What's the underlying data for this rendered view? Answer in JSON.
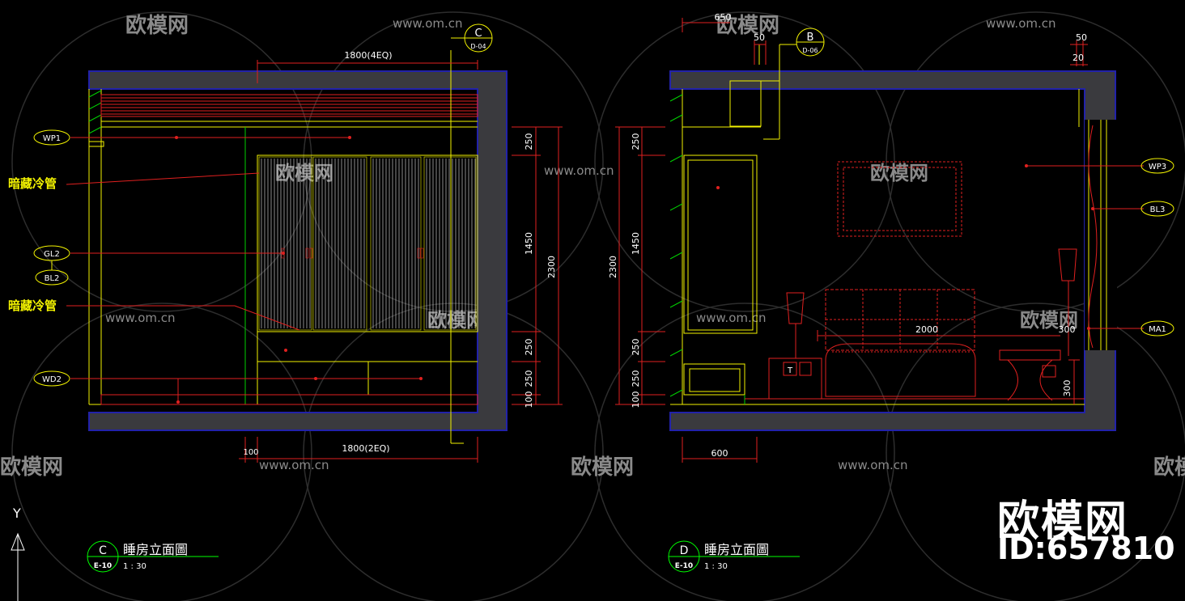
{
  "colors": {
    "wall_fill": "#3a3a3e",
    "wall_edge": "#2222aa",
    "red": "#e0201f",
    "yellow": "#f2f200",
    "green": "#00d000",
    "white": "#ffffff",
    "cyan": "#00ffff",
    "watermark": "#9a9a9a"
  },
  "watermarks": {
    "logo_text": "欧模网",
    "url_text": "www.om.cn",
    "big_logo": "欧模网",
    "id_label": "ID:657810"
  },
  "axis": {
    "y_label": "Y"
  },
  "left_view": {
    "tag_letter": "C",
    "tag_ref": "D-04",
    "top_dim": "1800(4EQ)",
    "bottom_dim": "1800(2EQ)",
    "bottom_small": "100",
    "right_dims": [
      "250",
      "1450",
      "250",
      "250",
      "100"
    ],
    "overall_dim": "2300",
    "callouts": [
      "WP1",
      "GL2",
      "BL2",
      "WD2"
    ],
    "notes": [
      "暗藏冷管",
      "暗藏冷管"
    ],
    "title_letter": "C",
    "title_ref": "E-10",
    "title": "睡房立面圖",
    "scale": "1 : 30"
  },
  "right_view": {
    "tag_letter": "B",
    "tag_ref": "D-06",
    "top_dims": [
      "650",
      "50"
    ],
    "top_right_dims": [
      "50",
      "20"
    ],
    "left_dims": [
      "250",
      "1450",
      "250",
      "250",
      "100"
    ],
    "overall_dim": "2300",
    "bottom_dim": "600",
    "bed_dim": "2000",
    "stool_dims": [
      "300",
      "300"
    ],
    "callouts": [
      "WP3",
      "BL3",
      "MA1"
    ],
    "lamp_tag": "T",
    "title_letter": "D",
    "title_ref": "E-10",
    "title": "睡房立面圖",
    "scale": "1 : 30"
  }
}
